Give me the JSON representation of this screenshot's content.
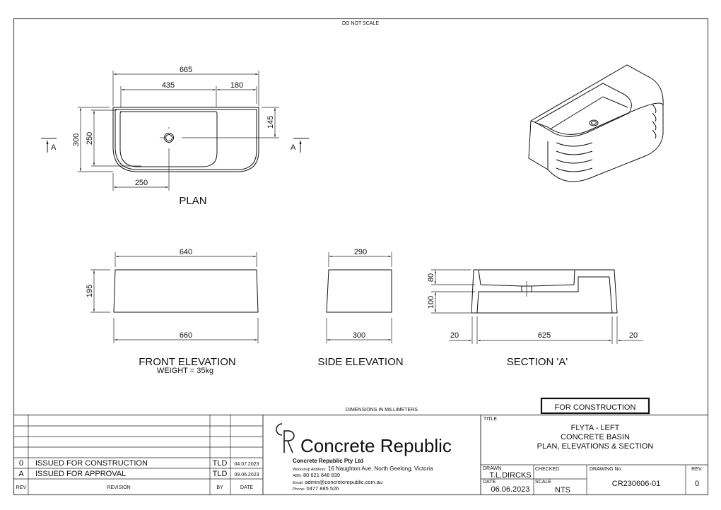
{
  "header": {
    "note": "DO NOT SCALE"
  },
  "footer_note": "DIMENSIONS IN MILLIMETERS",
  "status_stamp": "FOR CONSTRUCTION",
  "plan": {
    "label": "PLAN",
    "section_marker": "A",
    "dims": {
      "overall_length": "665",
      "bowl_length": "435",
      "deck_length": "180",
      "overall_depth": "300",
      "bowl_depth": "250",
      "drain_offset_depth": "145",
      "drain_offset_length": "250"
    }
  },
  "front_elevation": {
    "label": "FRONT ELEVATION",
    "weight": "WEIGHT = 35kg",
    "dims": {
      "top": "640",
      "bottom": "660",
      "height": "195"
    }
  },
  "side_elevation": {
    "label": "SIDE ELEVATION",
    "dims": {
      "top": "290",
      "bottom": "300"
    }
  },
  "section": {
    "label": "SECTION 'A'",
    "dims": {
      "bowl_depth": "80",
      "base_height": "100",
      "wall_left": "20",
      "inner": "625",
      "wall_right": "20"
    }
  },
  "revisions": {
    "headers": {
      "rev": "REV",
      "revision": "REVISION",
      "by": "BY",
      "date": "DATE"
    },
    "rows": [
      {
        "rev": "0",
        "revision": "ISSUED FOR CONSTRUCTION",
        "by": "TLD",
        "date": "04.07.2023"
      },
      {
        "rev": "A",
        "revision": "ISSUED FOR APPROVAL",
        "by": "TLD",
        "date": "09.06.2023"
      }
    ]
  },
  "company": {
    "logo_text": "Concrete Republic",
    "name": "Concrete Republic Pty Ltd",
    "address_label": "Workshop Address:",
    "address": "16 Naughton Ave, North Geelong, Victoria",
    "abn_label": "ABN:",
    "abn": "80 621 646 839",
    "email_label": "Email:",
    "email": "admin@concreterepublic.com.au",
    "phone_label": "Phone:",
    "phone": "0477 885 526"
  },
  "title_block": {
    "title_label": "TITLE",
    "title_lines": [
      "FLYTA - LEFT",
      "CONCRETE BASIN",
      "PLAN, ELEVATIONS & SECTION"
    ],
    "drawn_label": "DRAWN",
    "drawn": "T.L.DIRCKS",
    "checked_label": "CHECKED",
    "checked": "",
    "date_label": "DATE",
    "date": "06.06.2023",
    "scale_label": "SCALE",
    "scale": "NTS",
    "drawing_no_label": "DRAWING No.",
    "drawing_no": "CR230606-01",
    "rev_label": "REV.",
    "rev": "0"
  }
}
